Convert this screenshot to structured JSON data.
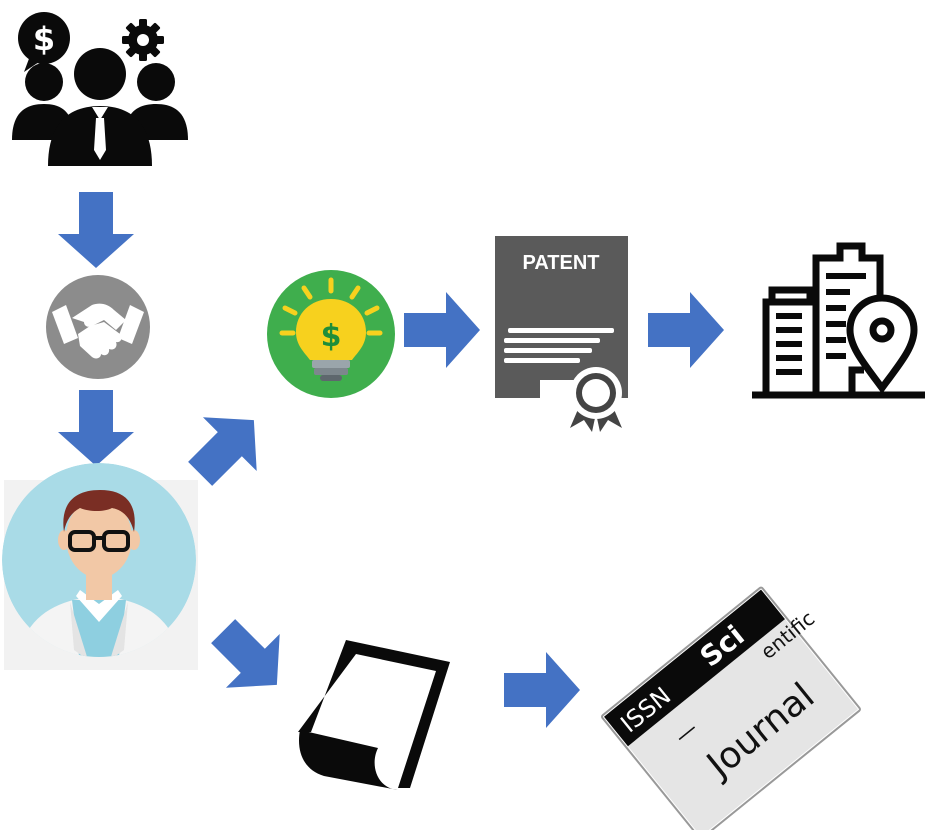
{
  "colors": {
    "arrow": "#4472C4",
    "dark": "#0a0a0a",
    "handshake_circle": "#8c8c8c",
    "bulb_circle": "#3fae4d",
    "bulb_yellow": "#f7d11e",
    "patent_gray": "#4f4f4f",
    "scientist_bg": "#a9dbe7",
    "skin": "#f2c8a6",
    "hair": "#7a2e24",
    "journal_gray": "#e2e2e2"
  },
  "nodes": {
    "investors": {
      "icon": "investors-group-icon"
    },
    "agreement": {
      "icon": "handshake-icon"
    },
    "researcher": {
      "icon": "scientist-icon"
    },
    "invention": {
      "icon": "lightbulb-dollar-icon"
    },
    "patent": {
      "icon": "patent-certificate-icon",
      "label": "PATENT"
    },
    "company": {
      "icon": "company-buildings-icon"
    },
    "paper": {
      "icon": "paper-scroll-icon"
    },
    "journal": {
      "icon": "scientific-journal-icon",
      "title_bold": "Sci",
      "title_rest": "entific",
      "issn": "ISSN",
      "dash": "—",
      "name": "Journal"
    }
  },
  "arrows": [
    {
      "id": "investors-to-agreement",
      "direction": "down"
    },
    {
      "id": "agreement-to-researcher",
      "direction": "down"
    },
    {
      "id": "researcher-to-invention",
      "direction": "up-right"
    },
    {
      "id": "invention-to-patent",
      "direction": "right"
    },
    {
      "id": "patent-to-company",
      "direction": "right"
    },
    {
      "id": "researcher-to-paper",
      "direction": "down-right"
    },
    {
      "id": "paper-to-journal",
      "direction": "right"
    }
  ]
}
